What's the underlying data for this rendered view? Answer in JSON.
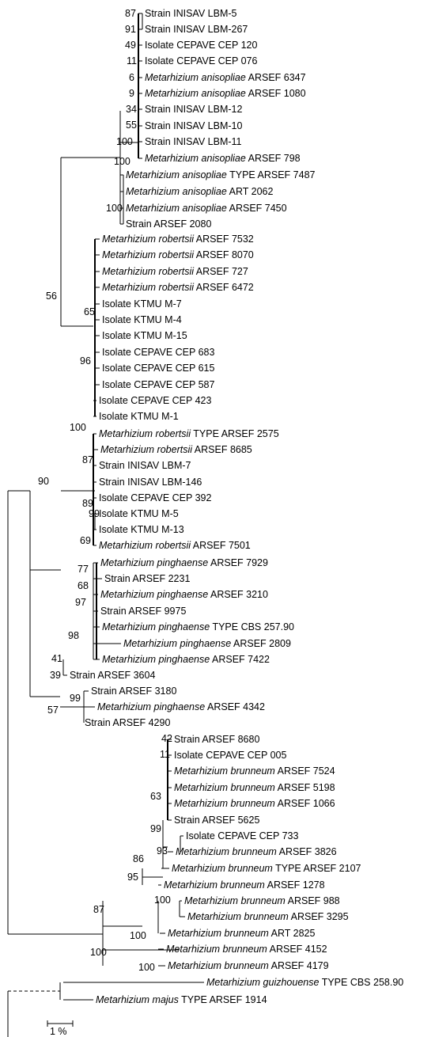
{
  "tree": {
    "leaves": [
      [
        {
          "t": "Strain INISAV LBM-5"
        }
      ],
      [
        {
          "t": "Strain INISAV LBM-267"
        }
      ],
      [
        {
          "t": "Isolate CEPAVE CEP 120"
        }
      ],
      [
        {
          "t": "Isolate CEPAVE CEP 076"
        }
      ],
      [
        {
          "t": "Metarhizium anisopliae",
          "i": true
        },
        {
          "t": " ARSEF 6347"
        }
      ],
      [
        {
          "t": "Metarhizium anisopliae",
          "i": true
        },
        {
          "t": " ARSEF 1080"
        }
      ],
      [
        {
          "t": "Strain INISAV LBM-12"
        }
      ],
      [
        {
          "t": "Strain INISAV LBM-10"
        }
      ],
      [
        {
          "t": "Strain INISAV LBM-11"
        }
      ],
      [
        {
          "t": "Metarhizium anisopliae",
          "i": true
        },
        {
          "t": " ARSEF 798"
        }
      ],
      [
        {
          "t": "Metarhizium anisopliae",
          "i": true
        },
        {
          "t": " TYPE ARSEF 7487"
        }
      ],
      [
        {
          "t": "Metarhizium anisopliae",
          "i": true
        },
        {
          "t": " ART 2062"
        }
      ],
      [
        {
          "t": "Metarhizium anisopliae",
          "i": true
        },
        {
          "t": " ARSEF 7450"
        }
      ],
      [
        {
          "t": "Strain ARSEF 2080"
        }
      ],
      [
        {
          "t": "Metarhizium robertsii",
          "i": true
        },
        {
          "t": " ARSEF 7532"
        }
      ],
      [
        {
          "t": "Metarhizium robertsii",
          "i": true
        },
        {
          "t": " ARSEF 8070"
        }
      ],
      [
        {
          "t": "Metarhizium robertsii",
          "i": true
        },
        {
          "t": " ARSEF 727"
        }
      ],
      [
        {
          "t": "Metarhizium robertsii",
          "i": true
        },
        {
          "t": " ARSEF 6472"
        }
      ],
      [
        {
          "t": "Isolate KTMU M-7"
        }
      ],
      [
        {
          "t": "Isolate KTMU M-4"
        }
      ],
      [
        {
          "t": "Isolate KTMU M-15"
        }
      ],
      [
        {
          "t": "Isolate CEPAVE CEP 683"
        }
      ],
      [
        {
          "t": "Isolate CEPAVE CEP 615"
        }
      ],
      [
        {
          "t": "Isolate CEPAVE CEP 587"
        }
      ],
      [
        {
          "t": "Isolate CEPAVE CEP 423"
        }
      ],
      [
        {
          "t": "Isolate KTMU M-1"
        }
      ],
      [
        {
          "t": "Metarhizium robertsii",
          "i": true
        },
        {
          "t": " TYPE ARSEF 2575"
        }
      ],
      [
        {
          "t": "Metarhizium robertsii",
          "i": true
        },
        {
          "t": " ARSEF 8685"
        }
      ],
      [
        {
          "t": "Strain INISAV LBM-7"
        }
      ],
      [
        {
          "t": "Strain INISAV LBM-146"
        }
      ],
      [
        {
          "t": "Isolate CEPAVE CEP 392"
        }
      ],
      [
        {
          "t": "Isolate KTMU M-5"
        }
      ],
      [
        {
          "t": "Isolate KTMU M-13"
        }
      ],
      [
        {
          "t": "Metarhizium robertsii",
          "i": true
        },
        {
          "t": " ARSEF 7501"
        }
      ],
      [
        {
          "t": "Metarhizium pinghaense",
          "i": true
        },
        {
          "t": " ARSEF 7929"
        }
      ],
      [
        {
          "t": "Strain ARSEF 2231"
        }
      ],
      [
        {
          "t": "Metarhizium pinghaense",
          "i": true
        },
        {
          "t": " ARSEF 3210"
        }
      ],
      [
        {
          "t": "Strain ARSEF 9975"
        }
      ],
      [
        {
          "t": "Metarhizium pinghaense",
          "i": true
        },
        {
          "t": " TYPE CBS 257.90"
        }
      ],
      [
        {
          "t": "Metarhizium pinghaense",
          "i": true
        },
        {
          "t": " ARSEF 2809"
        }
      ],
      [
        {
          "t": "Metarhizium pinghaense",
          "i": true
        },
        {
          "t": " ARSEF 7422"
        }
      ],
      [
        {
          "t": "Strain ARSEF 3604"
        }
      ],
      [
        {
          "t": "Strain ARSEF 3180"
        }
      ],
      [
        {
          "t": "Metarhizium pinghaense",
          "i": true
        },
        {
          "t": " ARSEF 4342"
        }
      ],
      [
        {
          "t": "Strain ARSEF 4290"
        }
      ],
      [
        {
          "t": "Strain ARSEF 8680"
        }
      ],
      [
        {
          "t": "Isolate CEPAVE CEP 005"
        }
      ],
      [
        {
          "t": "Metarhizium brunneum",
          "i": true
        },
        {
          "t": " ARSEF 7524"
        }
      ],
      [
        {
          "t": "Metarhizium brunneum",
          "i": true
        },
        {
          "t": " ARSEF 5198"
        }
      ],
      [
        {
          "t": "Metarhizium brunneum",
          "i": true
        },
        {
          "t": " ARSEF 1066"
        }
      ],
      [
        {
          "t": "Strain ARSEF 5625"
        }
      ],
      [
        {
          "t": "Isolate CEPAVE CEP 733"
        }
      ],
      [
        {
          "t": "Metarhizium brunneum",
          "i": true
        },
        {
          "t": " ARSEF 3826"
        }
      ],
      [
        {
          "t": "Metarhizium brunneum",
          "i": true
        },
        {
          "t": " TYPE ARSEF 2107"
        }
      ],
      [
        {
          "t": "Metarhizium brunneum",
          "i": true
        },
        {
          "t": " ARSEF 1278"
        }
      ],
      [
        {
          "t": "Metarhizium brunneum",
          "i": true
        },
        {
          "t": " ARSEF 988"
        }
      ],
      [
        {
          "t": "Metarhizium brunneum",
          "i": true
        },
        {
          "t": " ARSEF 3295"
        }
      ],
      [
        {
          "t": "Metarhizium brunneum",
          "i": true
        },
        {
          "t": " ART 2825"
        }
      ],
      [
        {
          "t": "Metarhizium brunneum",
          "i": true
        },
        {
          "t": " ARSEF 4152"
        }
      ],
      [
        {
          "t": "Metarhizium brunneum",
          "i": true
        },
        {
          "t": " ARSEF 4179"
        }
      ],
      [
        {
          "t": "Metarhizium guizhouense",
          "i": true
        },
        {
          "t": " TYPE CBS 258.90"
        }
      ],
      [
        {
          "t": "Metarhizium majus",
          "i": true
        },
        {
          "t": " TYPE ARSEF 1914"
        }
      ]
    ],
    "bootstrap": [
      "87",
      "91",
      "49",
      "11",
      "6",
      "9",
      "34",
      "55",
      "100",
      "100",
      "100",
      "56",
      "65",
      "96",
      "100",
      "87",
      "89",
      "99",
      "69",
      "90",
      "77",
      "68",
      "97",
      "98",
      "41",
      "39",
      "57",
      "99",
      "42",
      "11",
      "63",
      "99",
      "86",
      "93",
      "95",
      "87",
      "100",
      "100",
      "100",
      "100"
    ],
    "scale_label": "1 %"
  }
}
